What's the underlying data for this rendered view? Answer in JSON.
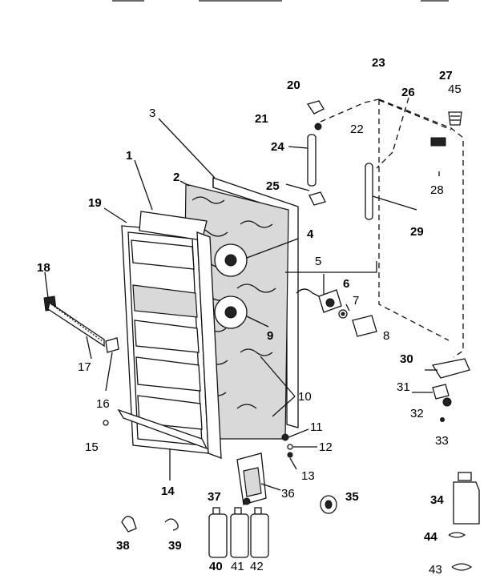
{
  "diagram": {
    "callouts": [
      {
        "id": "c1",
        "text": "1",
        "bold": true
      },
      {
        "id": "c2",
        "text": "2",
        "bold": true
      },
      {
        "id": "c3",
        "text": "3",
        "bold": false
      },
      {
        "id": "c4",
        "text": "4",
        "bold": true
      },
      {
        "id": "c5",
        "text": "5",
        "bold": false
      },
      {
        "id": "c6",
        "text": "6",
        "bold": true
      },
      {
        "id": "c7",
        "text": "7",
        "bold": false
      },
      {
        "id": "c8",
        "text": "8",
        "bold": false
      },
      {
        "id": "c9",
        "text": "9",
        "bold": true
      },
      {
        "id": "c10",
        "text": "10",
        "bold": false
      },
      {
        "id": "c11",
        "text": "11",
        "bold": false
      },
      {
        "id": "c12",
        "text": "12",
        "bold": false
      },
      {
        "id": "c13",
        "text": "13",
        "bold": false
      },
      {
        "id": "c14",
        "text": "14",
        "bold": true
      },
      {
        "id": "c15",
        "text": "15",
        "bold": false
      },
      {
        "id": "c16",
        "text": "16",
        "bold": false
      },
      {
        "id": "c17",
        "text": "17",
        "bold": false
      },
      {
        "id": "c18",
        "text": "18",
        "bold": true
      },
      {
        "id": "c19",
        "text": "19",
        "bold": true
      },
      {
        "id": "c20",
        "text": "20",
        "bold": true
      },
      {
        "id": "c21",
        "text": "21",
        "bold": true
      },
      {
        "id": "c22",
        "text": "22",
        "bold": false
      },
      {
        "id": "c23",
        "text": "23",
        "bold": true
      },
      {
        "id": "c24",
        "text": "24",
        "bold": true
      },
      {
        "id": "c25",
        "text": "25",
        "bold": true
      },
      {
        "id": "c26",
        "text": "26",
        "bold": true
      },
      {
        "id": "c27",
        "text": "27",
        "bold": true
      },
      {
        "id": "c28",
        "text": "28",
        "bold": false
      },
      {
        "id": "c29",
        "text": "29",
        "bold": true
      },
      {
        "id": "c30",
        "text": "30",
        "bold": true
      },
      {
        "id": "c31",
        "text": "31",
        "bold": false
      },
      {
        "id": "c32",
        "text": "32",
        "bold": false
      },
      {
        "id": "c33",
        "text": "33",
        "bold": false
      },
      {
        "id": "c34",
        "text": "34",
        "bold": true
      },
      {
        "id": "c35",
        "text": "35",
        "bold": true
      },
      {
        "id": "c36",
        "text": "36",
        "bold": false
      },
      {
        "id": "c37",
        "text": "37",
        "bold": true
      },
      {
        "id": "c38",
        "text": "38",
        "bold": true
      },
      {
        "id": "c39",
        "text": "39",
        "bold": true
      },
      {
        "id": "c40",
        "text": "40",
        "bold": true
      },
      {
        "id": "c41",
        "text": "41",
        "bold": false
      },
      {
        "id": "c42",
        "text": "42",
        "bold": false
      },
      {
        "id": "c43",
        "text": "43",
        "bold": false
      },
      {
        "id": "c44",
        "text": "44",
        "bold": true
      },
      {
        "id": "c45",
        "text": "45",
        "bold": false
      }
    ]
  }
}
